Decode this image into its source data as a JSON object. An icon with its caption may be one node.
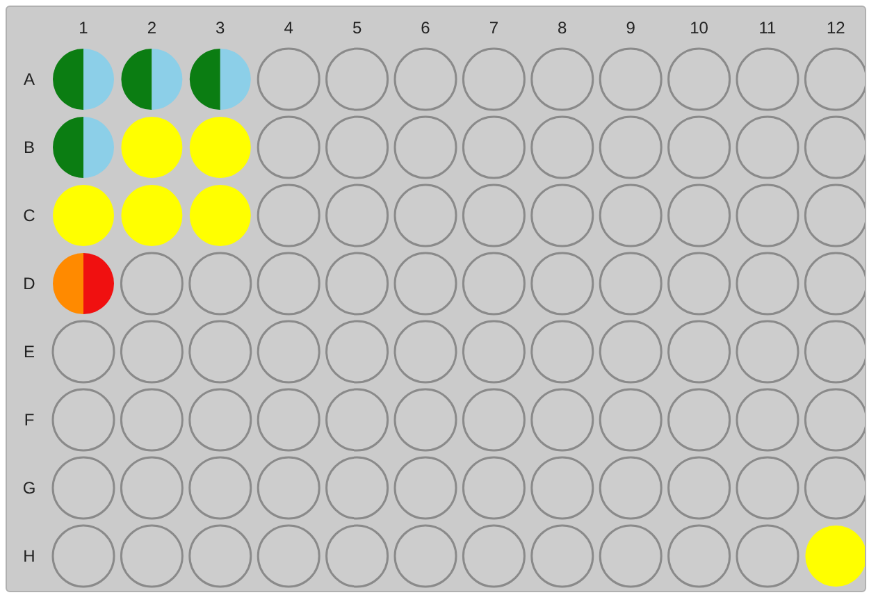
{
  "diagram": {
    "labels": [
      "1",
      "2",
      "3",
      "4",
      "5",
      "6",
      "7",
      "8",
      "9",
      "10",
      "11",
      "12",
      "A",
      "B",
      "C",
      "D",
      "E",
      "F",
      "G",
      "H"
    ]
  }
}
